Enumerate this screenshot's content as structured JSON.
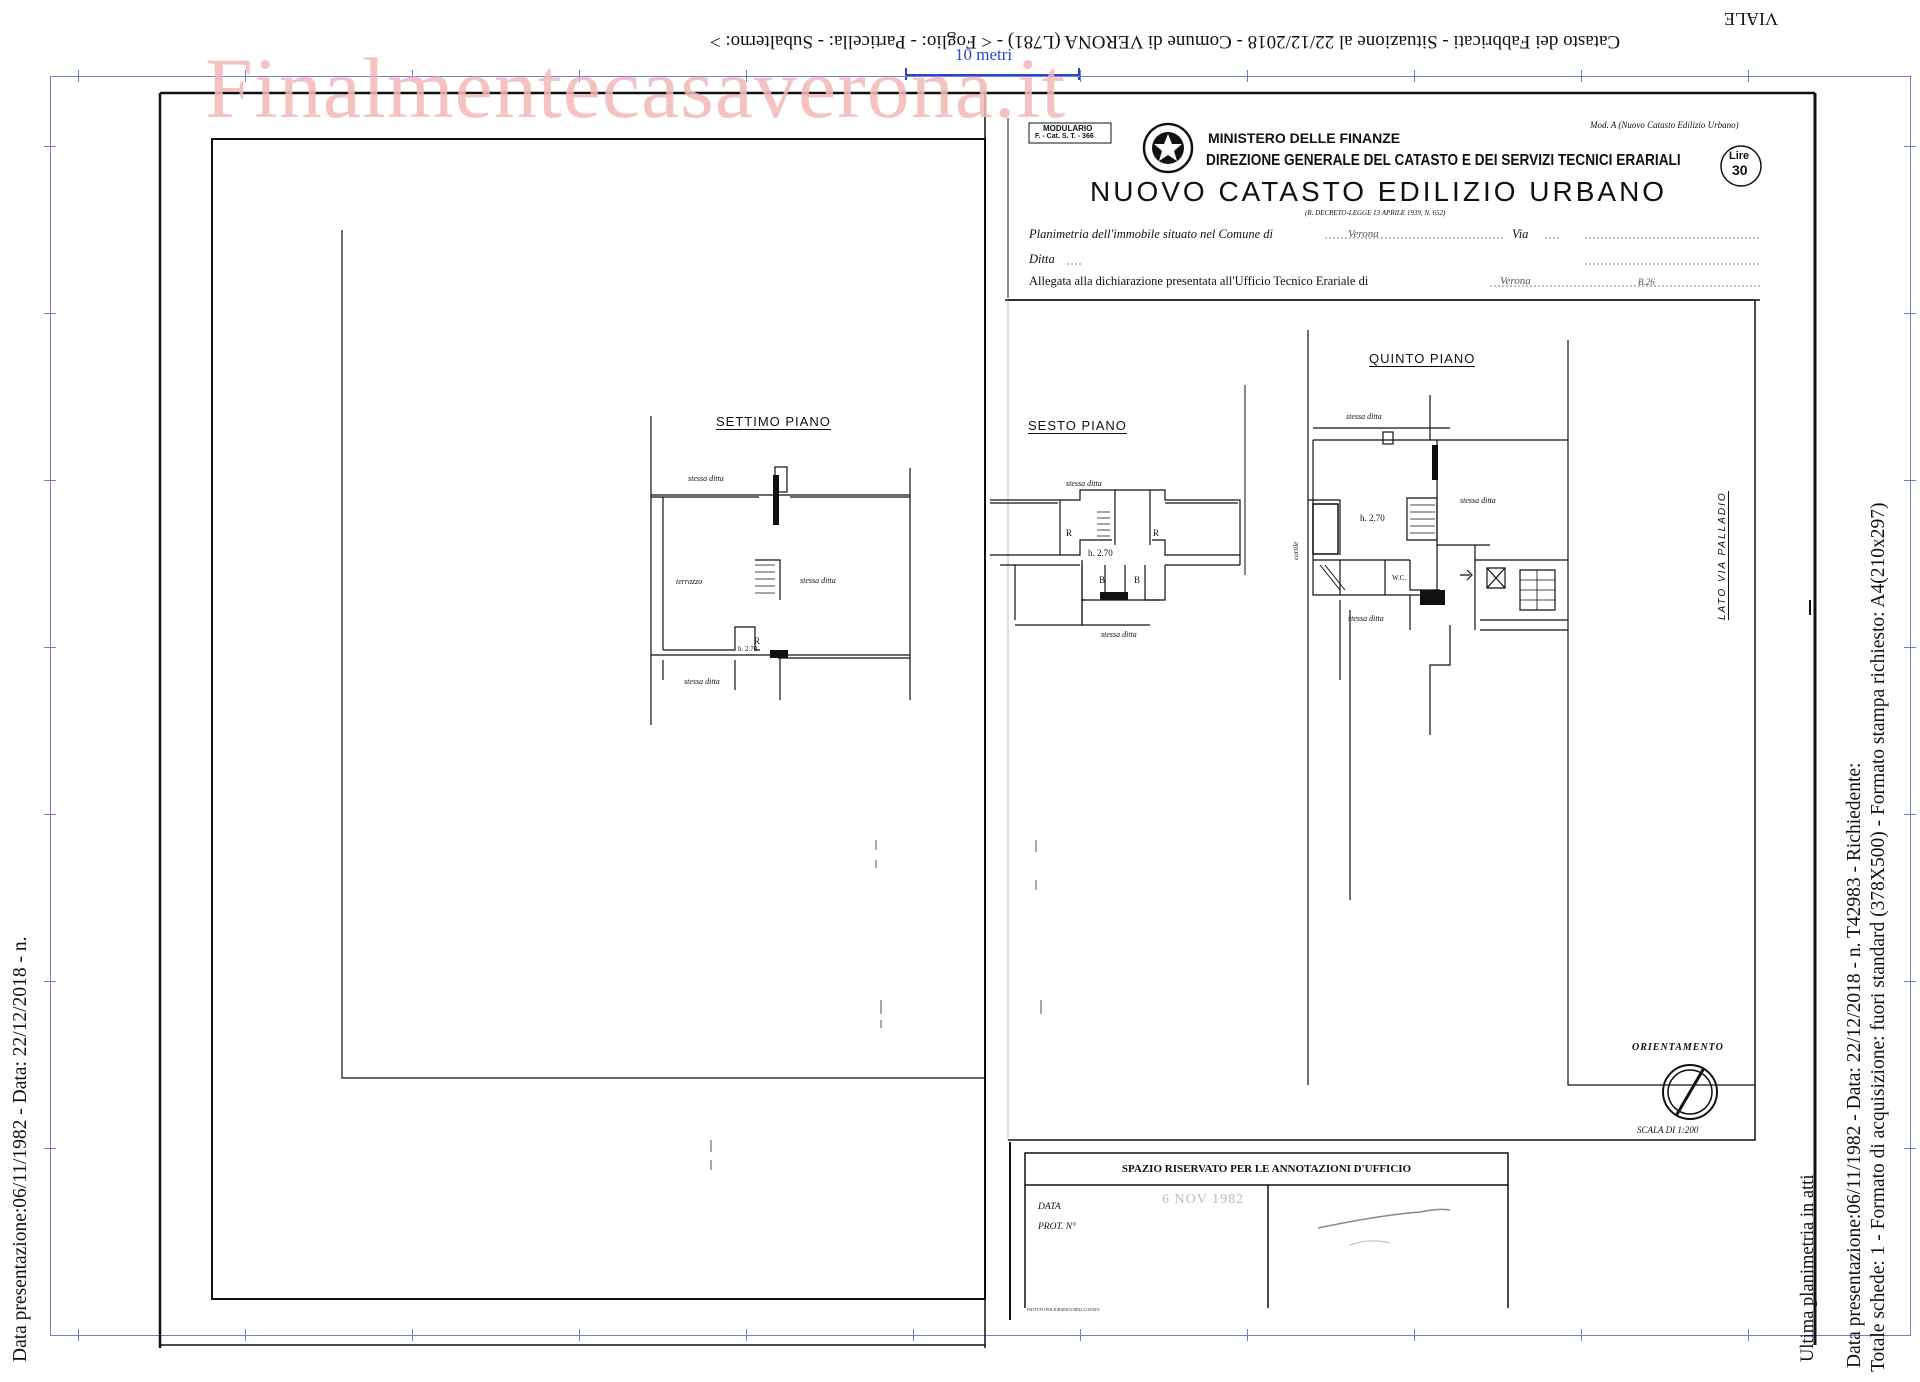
{
  "top_header": {
    "viale_label": "VIALE",
    "catasto_line": "Catasto dei Fabbricati - Situazione al 22/12/2018 - Comune di VERONA (L781) - < Foglio: - Particella: - Subalterno: >"
  },
  "scale_bar": {
    "label": "10 metri"
  },
  "watermark": "Finalmentecasaverona.it",
  "form": {
    "modulario_line1": "MODULARIO",
    "modulario_line2": "F. - Cat. S. T. - 366",
    "ministry": "MINISTERO DELLE FINANZE",
    "direction": "DIREZIONE GENERALE DEL CATASTO E DEI SERVIZI TECNICI ERARIALI",
    "mod_a": "Mod. A (Nuovo Catasto Edilizio Urbano)",
    "lire_label": "Lire",
    "lire_value": "30",
    "title": "NUOVO CATASTO EDILIZIO URBANO",
    "decree": "(R. DECRETO-LEGGE 13 APRILE 1939, N. 652)",
    "planimetria_label": "Planimetria dell'immobile situato nel Comune di",
    "comune_value": "Verona",
    "via_label": "Via",
    "ditta_label": "Ditta",
    "allegata_label": "Allegata alla dichiarazione presentata all'Ufficio Tecnico Erariale di",
    "ufficio_value": "Verona",
    "ufficio_code": "B.26"
  },
  "floors": {
    "settimo": {
      "title": "SETTIMO PIANO",
      "labels": [
        "stessa ditta",
        "terrazzo",
        "stessa ditta",
        "R",
        "h. 2.70",
        "stessa ditta"
      ]
    },
    "sesto": {
      "title": "SESTO PIANO",
      "labels": [
        "stessa ditta",
        "R",
        "R",
        "h. 2.70",
        "B",
        "B",
        "stessa ditta"
      ]
    },
    "quinto": {
      "title": "QUINTO PIANO",
      "labels": [
        "stessa ditta",
        "h. 2.70",
        "stessa ditta",
        "W.C.",
        "stessa ditta",
        "cortile"
      ]
    },
    "lato_via": "LATO VIA PALLADIO"
  },
  "orientamento": {
    "label": "ORIENTAMENTO",
    "scala": "SCALA DI 1:200"
  },
  "annotazioni": {
    "header": "SPAZIO RISERVATO PER LE ANNOTAZIONI D'UFFICIO",
    "data_label": "DATA",
    "prot_label": "PROT. N°",
    "stamp_text": "6 NOV 1982",
    "printer": "ISTITUTO POLIGRAFICO DELLO STATO"
  },
  "right_margin": {
    "line1": "Totale schede: 1 - Formato di acquisizione: fuori standard (378X500) - Formato stampa richiesto: A4(210x297)",
    "line2": "Data presentazione:06/11/1982 - Data: 22/12/2018 - n. T42983 - Richiedente:",
    "line3": "Ultima planimetria in atti"
  },
  "left_margin": {
    "line1": "Data presentazione:06/11/1982 - Data: 22/12/2018 - n."
  },
  "colors": {
    "frame": "#6f7fd9",
    "watermark": "#f4b8b8",
    "scale_blue": "#2b45c9"
  }
}
